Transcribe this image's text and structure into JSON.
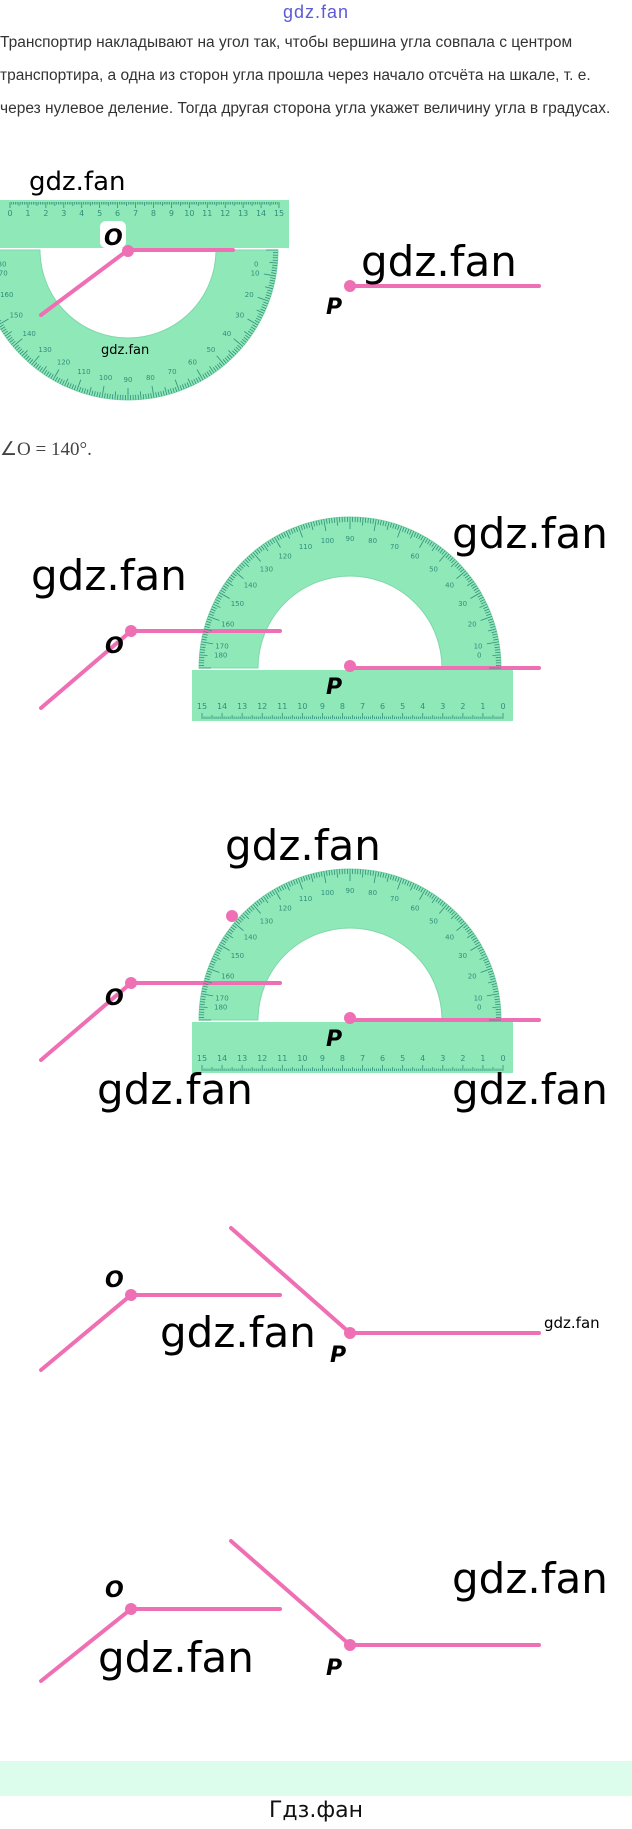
{
  "header": {
    "watermark": "gdz.fan"
  },
  "explanation": "Транспортир накладывают на угол так, чтобы вершина угла совпала с центром транспортира, а одна из сторон угла прошла через начало отсчёта на шкале, т. е. через нулевое деление. Тогда другая сторона угла укажет величину угла в градусах.",
  "answer": "∠O = 140°.",
  "labels": {
    "vertex_o": "O",
    "vertex_p": "P"
  },
  "watermark": "gdz.fan",
  "protractor": {
    "scale": [
      "0",
      "10",
      "20",
      "30",
      "40",
      "50",
      "60",
      "70",
      "80",
      "90",
      "100",
      "110",
      "120",
      "130",
      "140",
      "150",
      "160",
      "170",
      "180"
    ],
    "ruler": [
      "0",
      "1",
      "2",
      "3",
      "4",
      "5",
      "6",
      "7",
      "8",
      "9",
      "10",
      "11",
      "12",
      "13",
      "14",
      "15"
    ]
  },
  "colors": {
    "line": "#ef6fb4",
    "protractor": "#8fe8b8",
    "tick": "#2f8f7a",
    "footer_bar": "#dcfdec"
  },
  "footer": {
    "text": "Гдз.фан"
  }
}
